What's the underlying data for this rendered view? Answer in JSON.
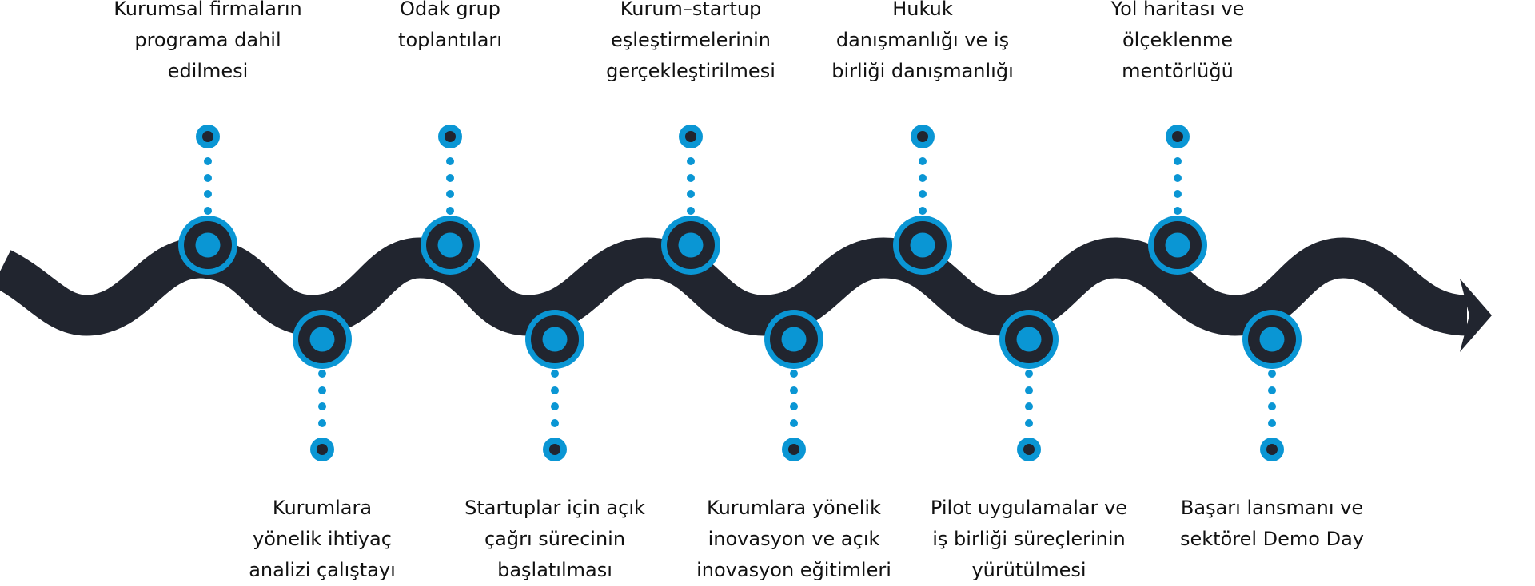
{
  "colors": {
    "path": "#21252f",
    "accent": "#0a96d4",
    "text": "#111111",
    "background": "#ffffff"
  },
  "timeline": {
    "direction": "left-to-right",
    "end_marker": "arrow-icon",
    "steps": [
      {
        "index": 1,
        "position": "top",
        "lines": [
          "Kurumsal firmaların",
          "programa dahil",
          "edilmesi"
        ]
      },
      {
        "index": 2,
        "position": "bottom",
        "lines": [
          "Kurumlara",
          "yönelik ihtiyaç",
          "analizi çalıştayı"
        ]
      },
      {
        "index": 3,
        "position": "top",
        "lines": [
          "Odak grup",
          "toplantıları"
        ]
      },
      {
        "index": 4,
        "position": "bottom",
        "lines": [
          "Startuplar için açık",
          "çağrı sürecinin",
          "başlatılması"
        ]
      },
      {
        "index": 5,
        "position": "top",
        "lines": [
          "Kurum–startup",
          "eşleştirmelerinin",
          "gerçekleştirilmesi"
        ]
      },
      {
        "index": 6,
        "position": "bottom",
        "lines": [
          "Kurumlara yönelik",
          "inovasyon ve açık",
          "inovasyon eğitimleri"
        ]
      },
      {
        "index": 7,
        "position": "top",
        "lines": [
          "Hukuk",
          "danışmanlığı ve iş",
          "birliği danışmanlığı"
        ]
      },
      {
        "index": 8,
        "position": "bottom",
        "lines": [
          "Pilot uygulamalar ve",
          "iş birliği süreçlerinin",
          "yürütülmesi"
        ]
      },
      {
        "index": 9,
        "position": "top",
        "lines": [
          "Yol haritası ve",
          "ölçeklenme",
          "mentörlüğü"
        ]
      },
      {
        "index": 10,
        "position": "bottom",
        "lines": [
          "Başarı lansmanı ve",
          "sektörel Demo Day"
        ]
      }
    ]
  }
}
